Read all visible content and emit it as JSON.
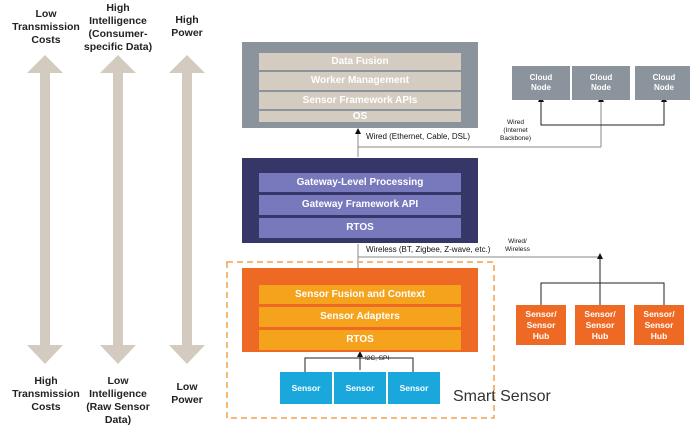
{
  "axes": [
    {
      "top": "Low\nTransmission\nCosts",
      "bottom": "High\nTransmission\nCosts"
    },
    {
      "top": "High\nIntelligence\n(Consumer-\nspecific Data)",
      "bottom": "Low\nIntelligence\n(Raw Sensor\nData)"
    },
    {
      "top": "High\nPower",
      "bottom": "Low\nPower"
    }
  ],
  "cloud_tier": {
    "layers": [
      "Data Fusion",
      "Worker Management",
      "Sensor Framework APIs",
      "OS"
    ],
    "nodes": [
      "Cloud\nNode",
      "Cloud\nNode",
      "Cloud\nNode"
    ],
    "link_label": "Wired (Ethernet, Cable, DSL)",
    "backbone_label": "Wired\n(Internet\nBackbone)"
  },
  "gateway_tier": {
    "layers": [
      "Gateway-Level Processing",
      "Gateway Framework API",
      "RTOS"
    ],
    "link_label": "Wireless (BT, Zigbee, Z-wave, etc.)",
    "hub_link_label": "Wired/\nWireless"
  },
  "smart_sensor": {
    "title": "Smart Sensor",
    "layers": [
      "Sensor Fusion and Context",
      "Sensor Adapters",
      "RTOS"
    ],
    "bus_label": "I2C, SPI",
    "sensors": [
      "Sensor",
      "Sensor",
      "Sensor"
    ]
  },
  "hubs": [
    "Sensor/\nSensor\nHub",
    "Sensor/\nSensor\nHub",
    "Sensor/\nSensor\nHub"
  ],
  "colors": {
    "arrow": "#d3cbc0",
    "cloud_outer": "#8b949c",
    "cloud_layer": "#d4ccc0",
    "gateway_outer": "#363668",
    "gateway_layer": "#7878bc",
    "sensor_outer": "#ee6a24",
    "sensor_layer": "#f5a21d",
    "sensor_box": "#1aa7dc",
    "dashed": "#f0a04a"
  }
}
